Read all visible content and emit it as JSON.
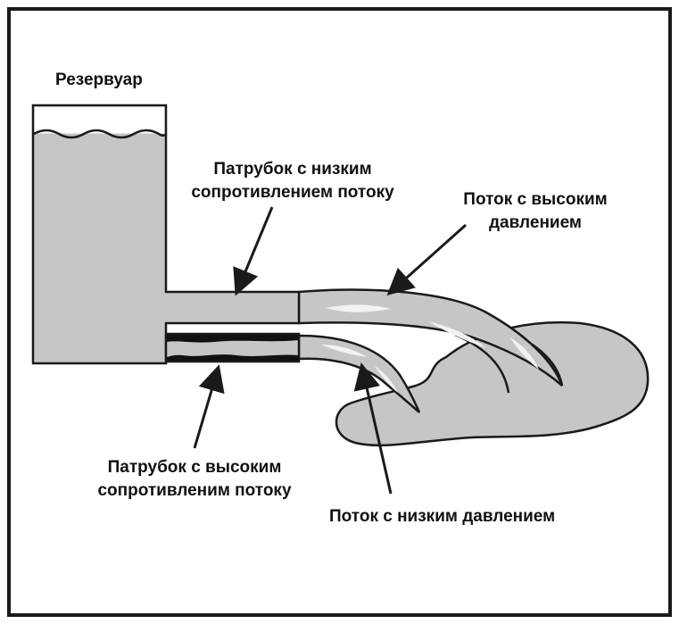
{
  "labels": {
    "reservoir": "Резервуар",
    "low_resistance_nozzle": [
      "Патрубок с низким",
      "сопротивлением потоку"
    ],
    "high_pressure_flow": [
      "Поток с высоким",
      "давлением"
    ],
    "high_resistance_nozzle": [
      "Патрубок с высоким",
      "сопротивленим потоку"
    ],
    "low_pressure_flow": "Поток с низким давлением"
  },
  "colors": {
    "frame": "#1a1a1a",
    "water": "#c6c6c6",
    "highlight": "#f2f2f2",
    "deposit": "#111111",
    "text": "#111111"
  }
}
